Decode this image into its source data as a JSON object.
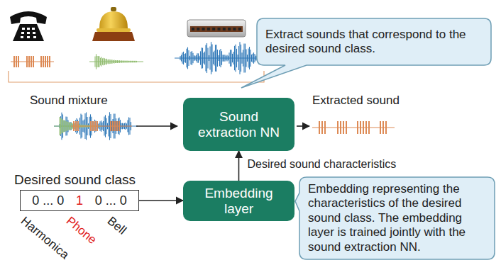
{
  "diagram": {
    "nodes": [
      {
        "text": [
          "Extract sounds that correspond to the desired sound class."
        ]
      },
      {
        "text": [
          "Sound extraction NN"
        ]
      },
      {
        "text": [
          "0 ... 0",
          "1",
          "0 ... 0"
        ]
      },
      {
        "text": [
          "Embedding layer"
        ]
      },
      {
        "text": [
          "Embedding representing the characteristics of the desired sound class. The embedding layer is trained jointly with the sound extraction NN."
        ]
      }
    ],
    "edges": [
      {
        "from": 2,
        "to": 3,
        "arrow": "to"
      },
      {
        "from": 3,
        "to": 1,
        "arrow": "to",
        "label": "Desired sound characteristics"
      }
    ],
    "labels": [
      "Sound mixture",
      "Extracted sound",
      "Desired sound class",
      "Harmonica",
      "Phone",
      "Bell"
    ]
  }
}
